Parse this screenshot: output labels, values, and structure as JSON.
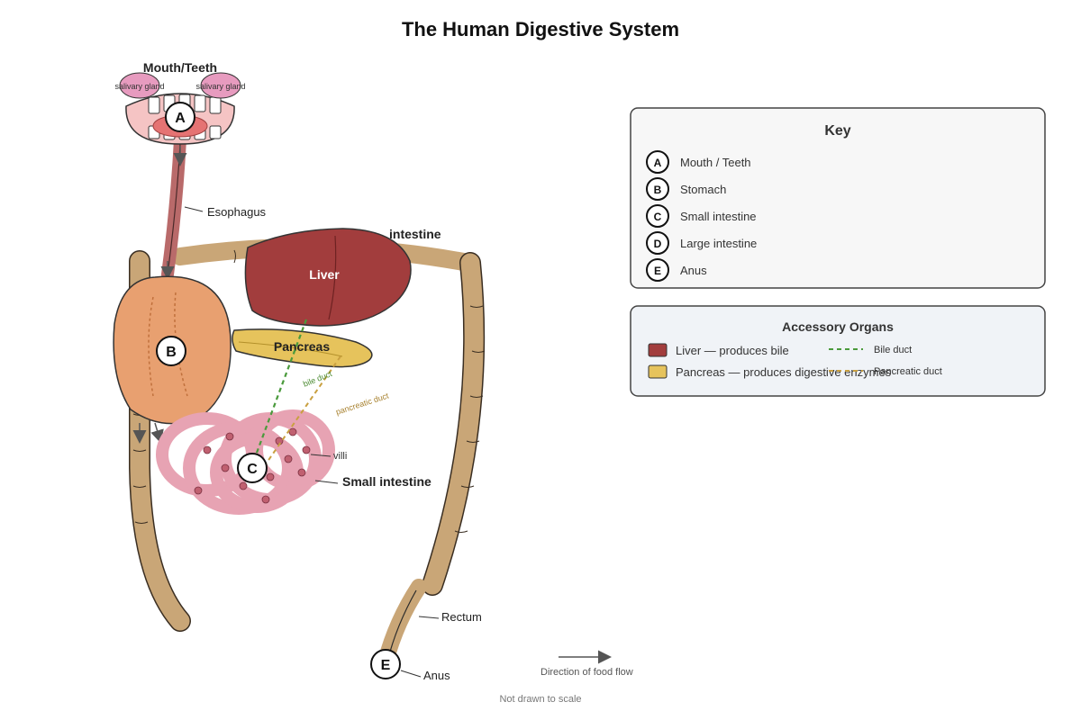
{
  "title": "The Human Digestive System",
  "organs": {
    "mouth": "Mouth/Teeth",
    "salivary_left": "salivary gland",
    "salivary_right": "salivary gland",
    "esophagus": "Esophagus",
    "large_intestine": "intestine",
    "liver": "Liver",
    "pancreas": "Pancreas",
    "bile_duct": "bile duct",
    "pancreatic_duct": "pancreatic duct",
    "villi": "villi",
    "small_intestine": "Small intestine",
    "rectum": "Rectum",
    "anus": "Anus"
  },
  "markers": {
    "a": "A",
    "b": "B",
    "c": "C",
    "e": "E"
  },
  "key": {
    "title": "Key",
    "items": [
      {
        "letter": "A",
        "label": "Mouth / Teeth"
      },
      {
        "letter": "B",
        "label": "Stomach"
      },
      {
        "letter": "C",
        "label": "Small intestine"
      },
      {
        "letter": "D",
        "label": "Large intestine"
      },
      {
        "letter": "E",
        "label": "Anus"
      }
    ]
  },
  "accessory": {
    "title": "Accessory Organs",
    "liver_label": "Liver — produces bile",
    "pancreas_label": "Pancreas — produces digestive enzymes",
    "bile_duct_label": "Bile duct",
    "pancreatic_duct_label": "Pancreatic duct"
  },
  "flow_label": "Direction of food flow",
  "footnote": "Not drawn to scale",
  "colors": {
    "liver": "#a23d3d",
    "pancreas": "#e6c35c",
    "stomach": "#e8a070",
    "small_intestine": "#e7a3b3",
    "large_intestine": "#c9a677",
    "esophagus": "#b96a6a",
    "salivary": "#e79bbf",
    "bile_duct": "#4a9a3c",
    "pancreatic_duct": "#c9a040"
  }
}
